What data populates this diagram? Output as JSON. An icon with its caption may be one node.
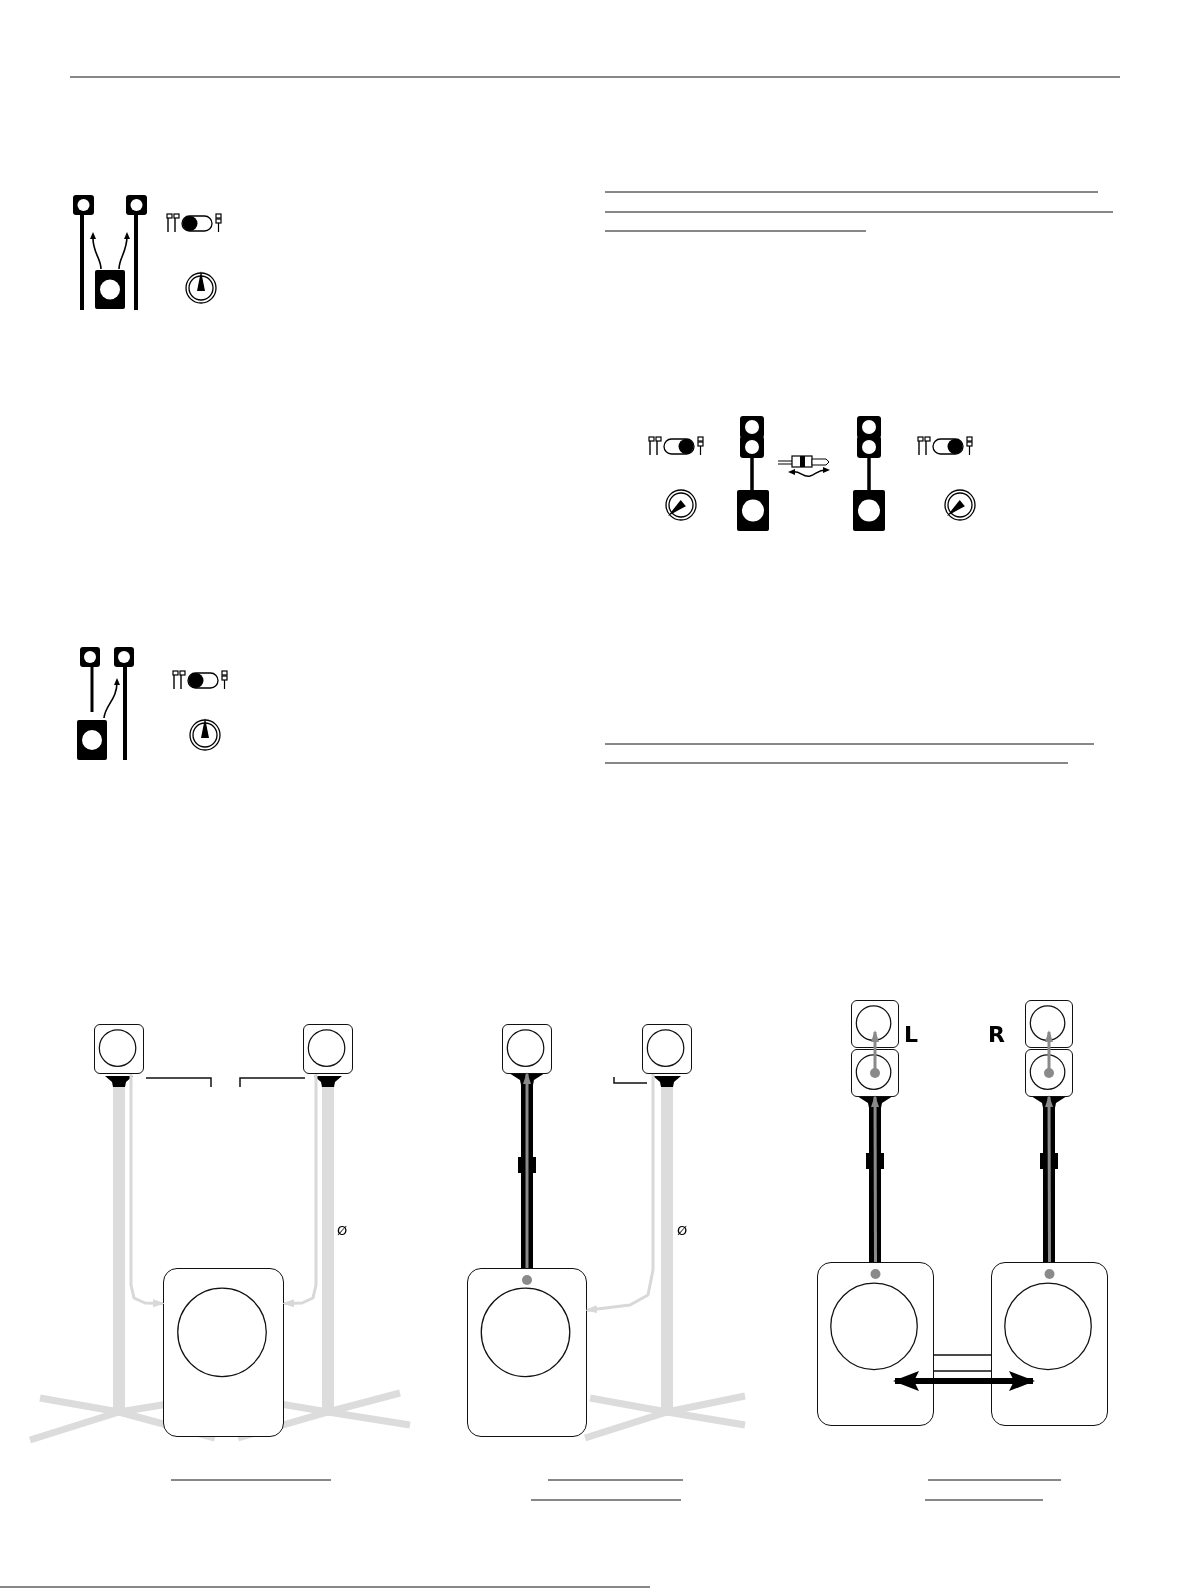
{
  "diagram": {
    "nodes": [
      {
        "text": [],
        "shape": "box"
      },
      {
        "text": [],
        "shape": "box"
      },
      {
        "text": [],
        "shape": "box"
      },
      {
        "text": [],
        "shape": "box"
      },
      {
        "text": [],
        "shape": "box"
      },
      {
        "text": [],
        "shape": "box"
      },
      {
        "text": [],
        "shape": "box"
      },
      {
        "text": [],
        "shape": "box"
      },
      {
        "text": [],
        "shape": "box"
      },
      {
        "text": [],
        "shape": "box"
      },
      {
        "text": [],
        "shape": "box"
      },
      {
        "text": [],
        "shape": "box"
      }
    ],
    "edges": [
      {
        "from": 0,
        "to": 2,
        "arrow": "to",
        "color": "#d8d8d8"
      },
      {
        "from": 1,
        "to": 2,
        "arrow": "to",
        "color": "#d8d8d8"
      },
      {
        "from": 5,
        "to": 3,
        "arrow": "to"
      },
      {
        "from": 4,
        "to": 5,
        "arrow": "to",
        "color": "#d8d8d8"
      },
      {
        "from": 10,
        "to": 7,
        "arrow": "to"
      },
      {
        "from": 7,
        "to": 6,
        "arrow": "to"
      },
      {
        "from": 11,
        "to": 9,
        "arrow": "to"
      },
      {
        "from": 9,
        "to": 8,
        "arrow": "to"
      },
      {
        "from": 10,
        "to": 11,
        "arrow": "both",
        "style": "thick",
        "color": "#000000"
      }
    ],
    "labels": [
      "Ø",
      "Ø",
      "L",
      "R"
    ]
  }
}
